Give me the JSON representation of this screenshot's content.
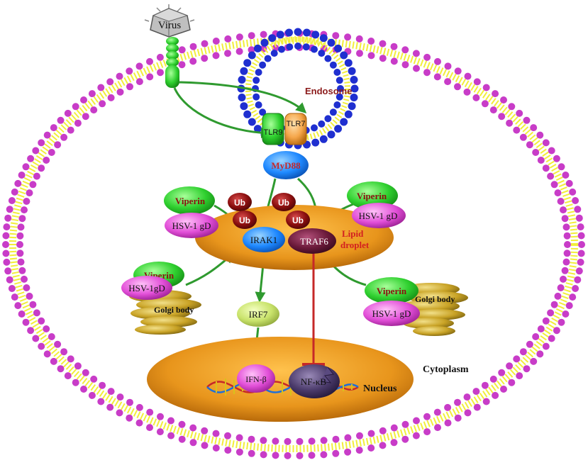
{
  "labels": {
    "virus": "Virus",
    "endosome": "Endosome",
    "tlr9": "TLR9",
    "tlr7": "TLR7",
    "myd88": "MyD88",
    "ub": "Ub",
    "irak1": "IRAK1",
    "traf6": "TRAF6",
    "lipid_droplet_line1": "Lipid",
    "lipid_droplet_line2": "droplet",
    "viperin": "Viperin",
    "hsv1gd_spaced": "HSV-1 gD",
    "hsv1gd_compact": "HSV-1gD",
    "golgi_body": "Golgi body",
    "irf7": "IRF7",
    "ifn_beta": "IFN-β",
    "nfkb": "NF-κB",
    "nucleus": "Nucleus",
    "cytoplasm": "Cytoplasm"
  },
  "colors": {
    "membrane_head": "#c83cc8",
    "membrane_tail": "#f2ee3a",
    "endosome_head": "#1f2fd0",
    "activation_arrow": "#2f9a2f",
    "inhibition_line": "#c62828",
    "lipid_droplet": "#e59a1f",
    "nucleus": "#e59a1f",
    "viperin": "#2fd02f",
    "hsv1gd": "#e24fd8",
    "myd88": "#1e88ff",
    "irak1": "#2266dd",
    "traf6": "#6b1a3a",
    "ub": "#8b0f0f",
    "irf7": "#c9e36b",
    "ifn_beta": "#e06ad8",
    "nfkb": "#4a3a6a",
    "golgi": "#c9a326"
  },
  "icons": {
    "virus": "icosahedral-capsid-icon",
    "receptor": "green-receptor-stalk",
    "dna": "dna-helix-icon"
  }
}
